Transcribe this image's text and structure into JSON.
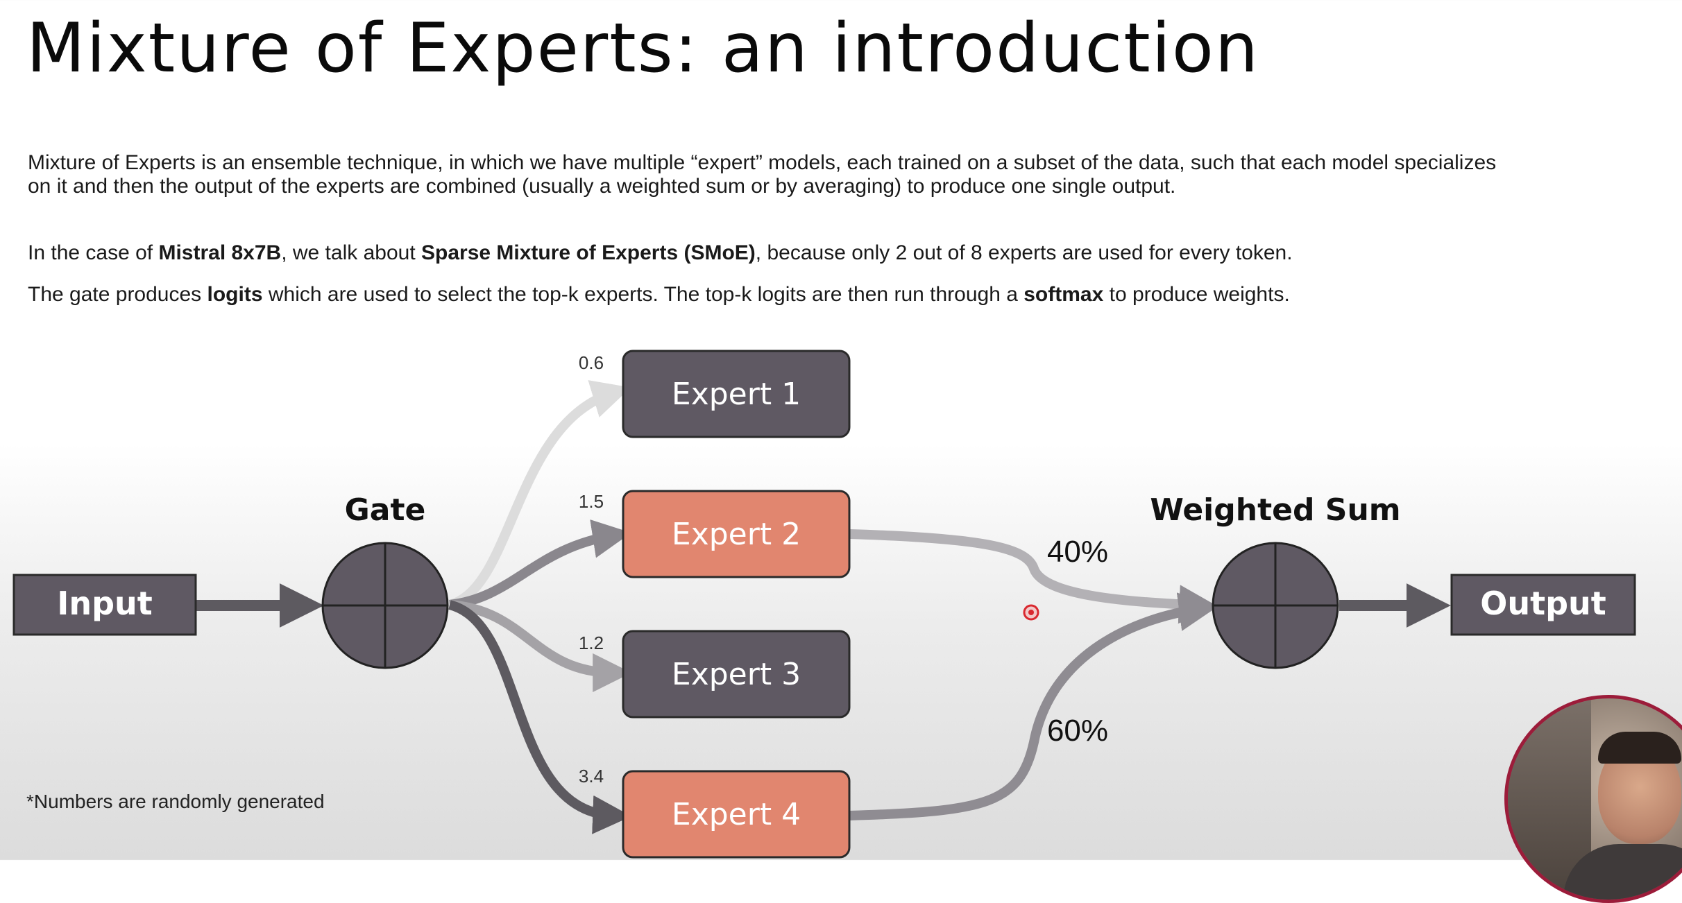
{
  "slide": {
    "title": "Mixture of Experts: an introduction",
    "p1": {
      "text": "Mixture of Experts is an ensemble technique, in which we have multiple “expert” models, each trained on a subset of the data, such that each model specializes on it and then the output of the experts are combined (usually a weighted sum or by averaging) to produce one single output."
    },
    "p2": {
      "pre": "In the case of ",
      "b1": "Mistral 8x7B",
      "mid": ", we talk about ",
      "b2": "Sparse Mixture of Experts (SMoE)",
      "post": ", because only 2 out of 8 experts are used for every token."
    },
    "p3": {
      "pre": "The gate produces ",
      "b1": "logits",
      "mid": " which are used to select the top-k experts. The top-k logits are then run through a ",
      "b2": "softmax",
      "post": " to produce weights."
    },
    "footnote": "*Numbers are randomly generated"
  },
  "diagram": {
    "input_label": "Input",
    "gate_label": "Gate",
    "weighted_sum_label": "Weighted Sum",
    "output_label": "Output",
    "experts": [
      {
        "label": "Expert 1",
        "logit": "0.6",
        "selected": false
      },
      {
        "label": "Expert 2",
        "logit": "1.5",
        "selected": true
      },
      {
        "label": "Expert 3",
        "logit": "1.2",
        "selected": false
      },
      {
        "label": "Expert 4",
        "logit": "3.4",
        "selected": true
      }
    ],
    "weights": [
      "40%",
      "60%"
    ]
  },
  "colors": {
    "box_dark": "#5f5963",
    "box_selected": "#e1866f",
    "box_border": "#2a2a2a",
    "arrow_dark": "#5d5a60",
    "arrow_light": "#d9d9d9",
    "cursor_red": "#d9282f",
    "presenter_border": "#9c1c3a"
  }
}
